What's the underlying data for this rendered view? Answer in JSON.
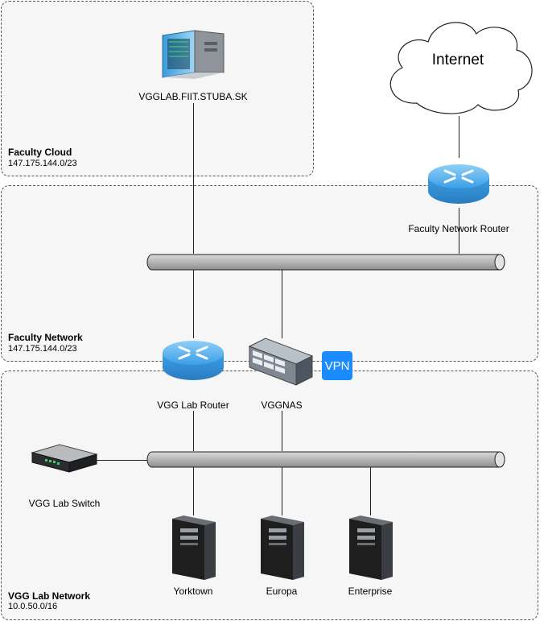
{
  "zones": {
    "cloud": {
      "title": "Faculty Cloud",
      "subnet": "147.175.144.0/23"
    },
    "faculty": {
      "title": "Faculty Network",
      "subnet": "147.175.144.0/23"
    },
    "lab": {
      "title": "VGG Lab Network",
      "subnet": "10.0.50.0/16"
    }
  },
  "nodes": {
    "vgglab_server": "VGGLAB.FIIT.STUBA.SK",
    "internet": "Internet",
    "faculty_router": "Faculty Network Router",
    "lab_router": "VGG Lab Router",
    "nas": "VGGNAS",
    "vpn": "VPN",
    "lab_switch": "VGG Lab Switch",
    "servers": [
      "Yorktown",
      "Europa",
      "Enterprise"
    ]
  },
  "colors": {
    "zone_fill": "#f6f6f6",
    "router_blue": "#3b9fe6",
    "vpn_blue": "#1a8cff",
    "server_black": "#1e1e1e"
  }
}
